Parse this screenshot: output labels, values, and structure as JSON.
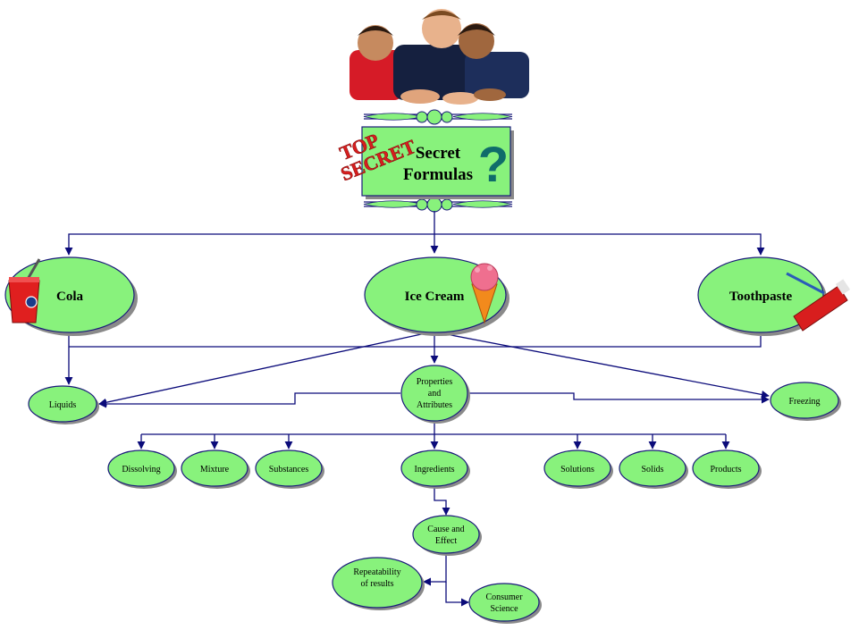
{
  "title": {
    "line1": "Secret",
    "line2": "Formulas",
    "stamp_top": "TOP",
    "stamp_bottom": "SECRET",
    "question_mark": "?"
  },
  "topics": {
    "cola": "Cola",
    "ice_cream": "Ice Cream",
    "toothpaste": "Toothpaste"
  },
  "properties": {
    "line1": "Properties",
    "line2": "and",
    "line3": "Attributes"
  },
  "liquids": "Liquids",
  "freezing": "Freezing",
  "concepts": {
    "dissolving": "Dissolving",
    "mixture": "Mixture",
    "substances": "Substances",
    "ingredients": "Ingredients",
    "solutions": "Solutions",
    "solids": "Solids",
    "products": "Products"
  },
  "cause_effect": {
    "line1": "Cause and",
    "line2": "Effect"
  },
  "repeatability": {
    "line1": "Repeatability",
    "line2": "of results"
  },
  "consumer": {
    "line1": "Consumer",
    "line2": "Science"
  },
  "colors": {
    "node_fill": "#88f27c",
    "node_stroke": "#1a1a7a",
    "node_shadow": "#8a8a8a",
    "connector": "#0b0b7a",
    "stamp_red": "#d81e1e",
    "question_teal": "#0f6c6a"
  }
}
